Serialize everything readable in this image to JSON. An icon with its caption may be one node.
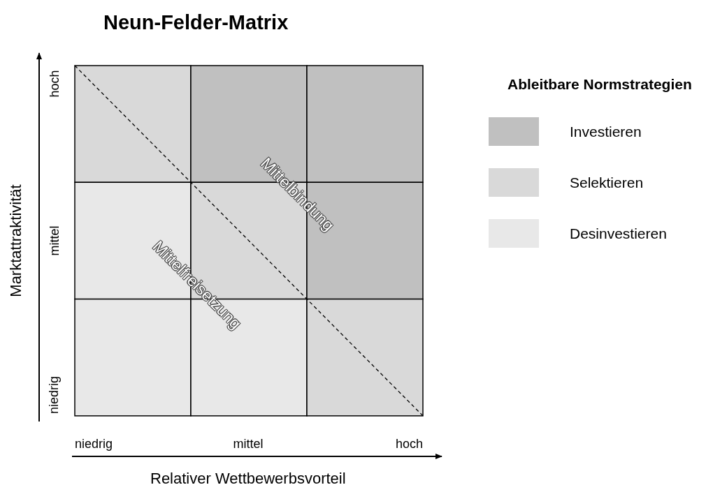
{
  "diagram": {
    "title": "Neun-Felder-Matrix",
    "labels": [
      "hoch",
      "mittel",
      "niedrig",
      "Marktattraktivität",
      "niedrig",
      "mittel",
      "hoch",
      "Relativer Wettbewerbsvorteil",
      "Mittelbindung",
      "Mittelfreisetzung",
      "Ableitbare Normstrategien"
    ],
    "legend": [
      {
        "text": "Investieren",
        "color": "#c0c0c0"
      },
      {
        "text": "Selektieren",
        "color": "#d9d9d9"
      },
      {
        "text": "Desinvestieren",
        "color": "#e8e8e8"
      }
    ]
  }
}
